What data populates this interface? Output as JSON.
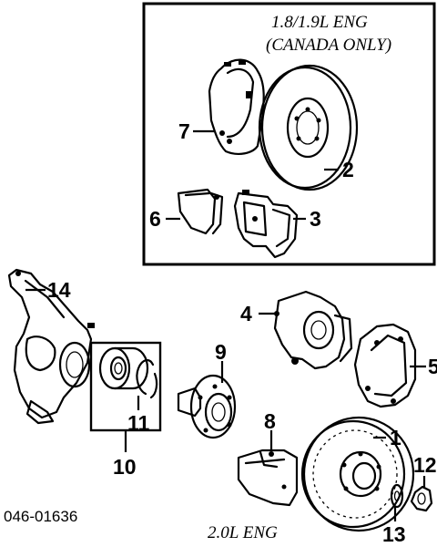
{
  "inset_note": {
    "line1": "1.8/1.9L ENG",
    "line2": "(CANADA ONLY)"
  },
  "engine_note": "2.0L ENG",
  "reference_code": "046-01636",
  "callouts": {
    "c1": "1",
    "c2": "2",
    "c3": "3",
    "c4": "4",
    "c5": "5",
    "c6": "6",
    "c7": "7",
    "c8": "8",
    "c9": "9",
    "c10": "10",
    "c11": "11",
    "c12": "12",
    "c13": "13",
    "c14": "14"
  },
  "colors": {
    "ink": "#000000",
    "paper": "#ffffff"
  }
}
